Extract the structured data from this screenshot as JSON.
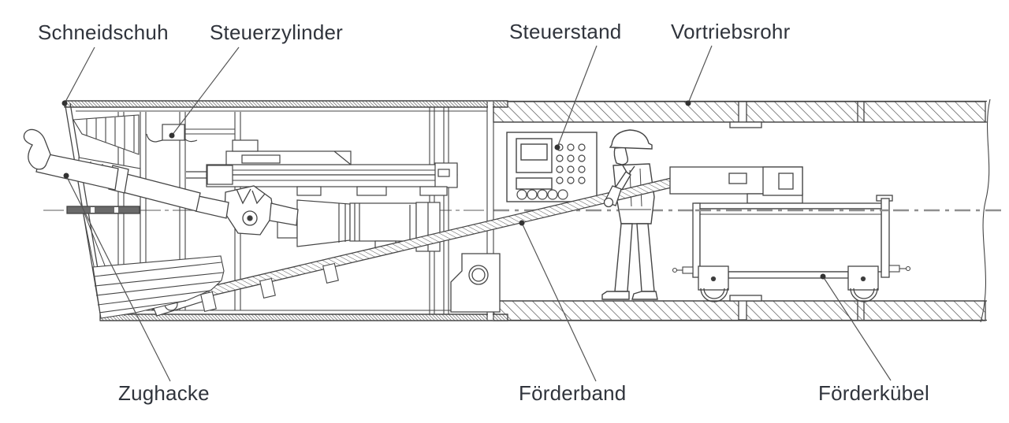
{
  "diagram": {
    "type": "technical-cross-section",
    "labels": {
      "schneidschuh": "Schneidschuh",
      "steuerzylinder": "Steuerzylinder",
      "steuerstand": "Steuerstand",
      "vortriebsrohr": "Vortriebsrohr",
      "zughacke": "Zughacke",
      "foerderband": "Förderband",
      "foerderkuebel": "Förderkübel"
    },
    "colors": {
      "background": "#ffffff",
      "line": "#454545",
      "label_text": "#30343c",
      "centerline": "#8f8f8f"
    }
  }
}
